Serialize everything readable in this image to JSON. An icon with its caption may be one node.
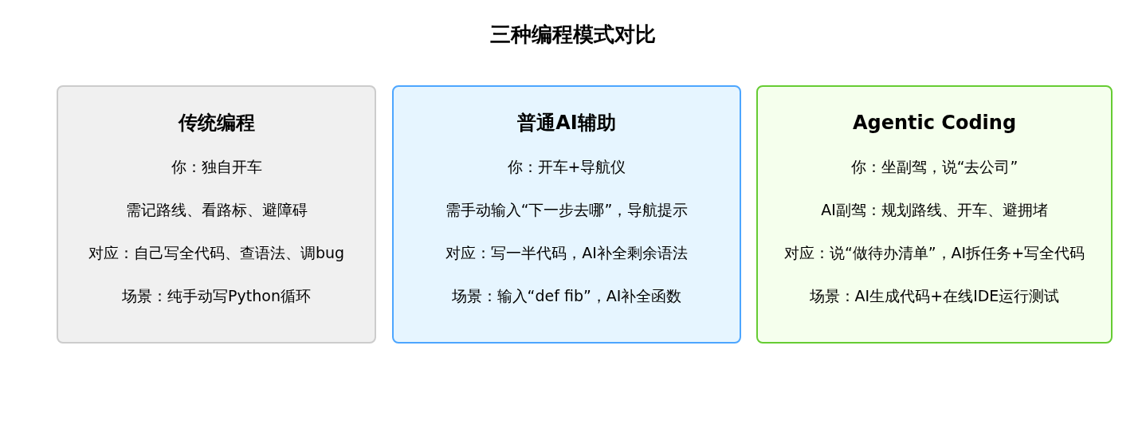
{
  "diagram": {
    "title": "三种编程模式对比",
    "nodes": [
      {
        "text": [
          "传统编程",
          "你：独自开车",
          "需记路线、看路标、避障碍",
          "对应：自己写全代码、查语法、调bug",
          "场景：纯手动写Python循环"
        ]
      },
      {
        "text": [
          "普通AI辅助",
          "你：开车+导航仪",
          "需手动输入“下一步去哪”，导航提示",
          "对应：写一半代码，AI补全剩余语法",
          "场景：输入“def fib”，AI补全函数"
        ]
      },
      {
        "text": [
          "Agentic Coding",
          "你：坐副驾，说“去公司”",
          "AI副驾：规划路线、开车、避拥堵",
          "对应：说“做待办清单”，AI拆任务+写全代码",
          "场景：AI生成代码+在线IDE运行测试"
        ]
      }
    ]
  }
}
